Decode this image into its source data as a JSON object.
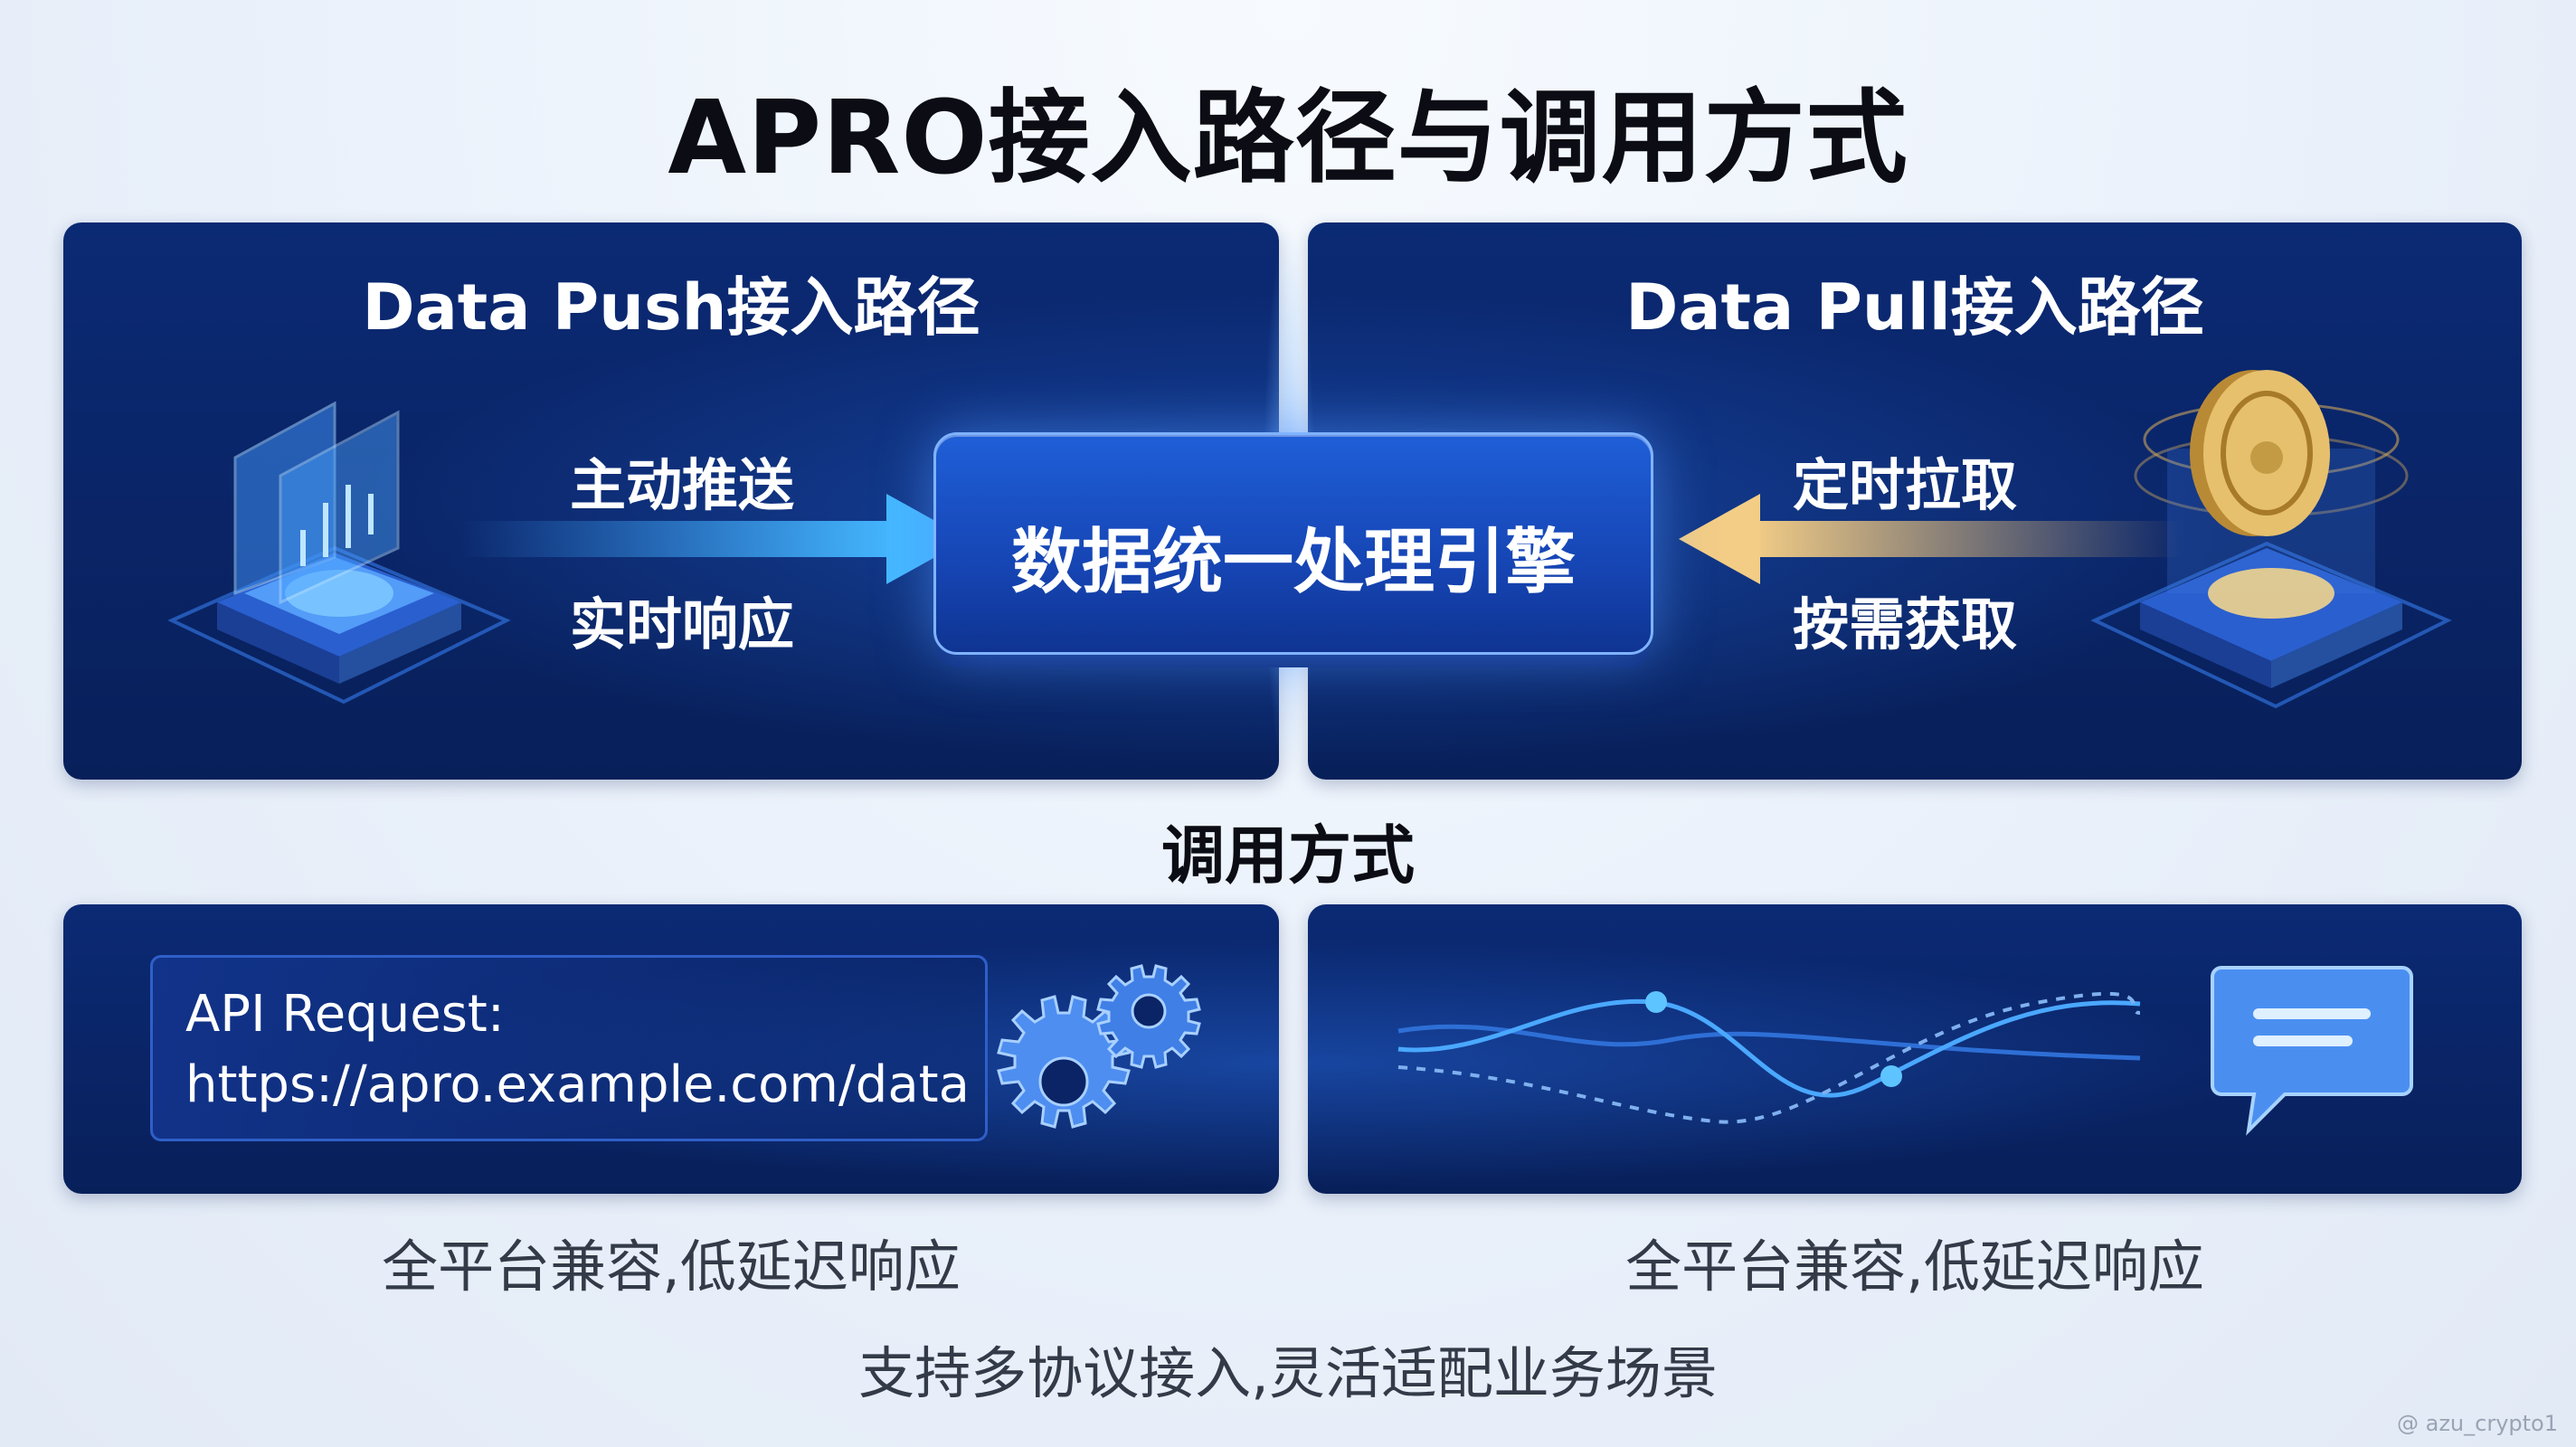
{
  "title": "APRO接入路径与调用方式",
  "push_panel": {
    "title": "Data Push接入路径",
    "label_top": "主动推送",
    "label_bottom": "实时响应"
  },
  "pull_panel": {
    "title": "Data Pull接入路径",
    "label_top": "定时拉取",
    "label_bottom": "按需获取"
  },
  "engine": {
    "label": "数据统一处理引擎"
  },
  "call_section": {
    "title": "调用方式",
    "api_label": "API Request:",
    "api_url": "https://apro.example.com/data",
    "left_caption": "全平台兼容,低延迟响应",
    "right_caption": "全平台兼容,低延迟响应"
  },
  "footer": "支持多协议接入,灵活适配业务场景",
  "watermark": "@ azu_crypto1",
  "icons": {
    "push_device": "chart-screen-icon",
    "pull_device": "coin-icon",
    "api_icon": "gears-icon",
    "chat_icon": "chat-bubble-icon",
    "wave": "signal-wave-icon"
  },
  "colors": {
    "panel_bg": "#0a2466",
    "engine_bg": "#1645b4",
    "push_arrow": "#3fa8ff",
    "pull_arrow": "#f0c477",
    "coin": "#d9b35a"
  }
}
